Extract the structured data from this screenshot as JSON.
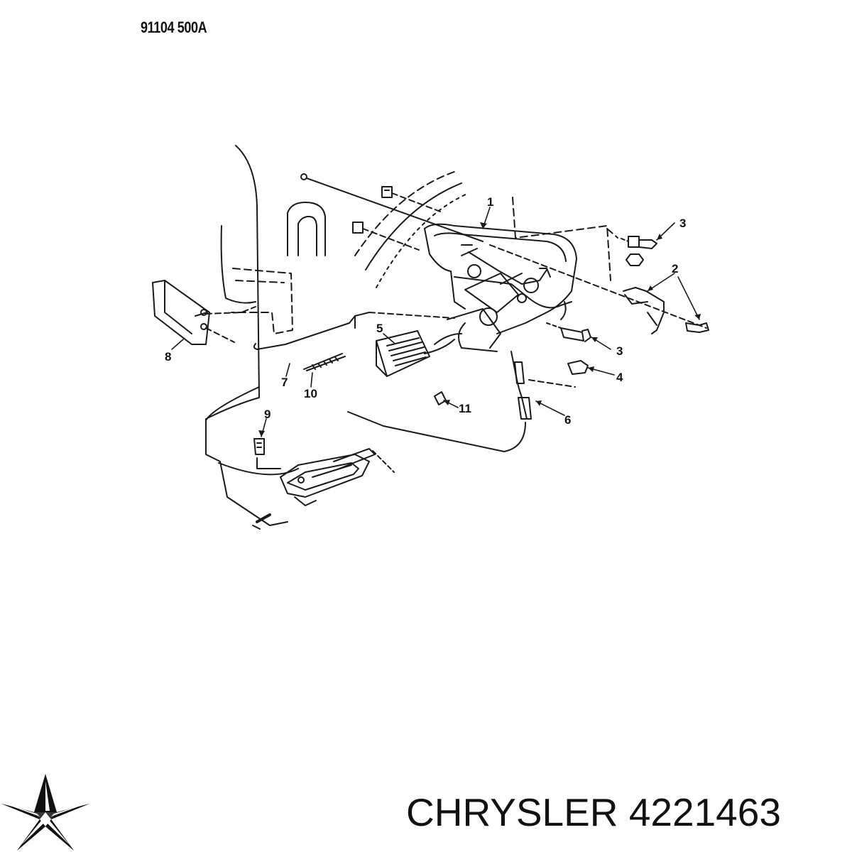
{
  "drawing_code": "91104 500A",
  "caption": {
    "brand": "CHRYSLER",
    "part_number": "4221463"
  },
  "logo": {
    "name": "chrysler-pentastar",
    "color": "#111111"
  },
  "callouts": [
    "1",
    "2",
    "3",
    "3",
    "4",
    "5",
    "6",
    "7",
    "8",
    "9",
    "10",
    "11"
  ]
}
